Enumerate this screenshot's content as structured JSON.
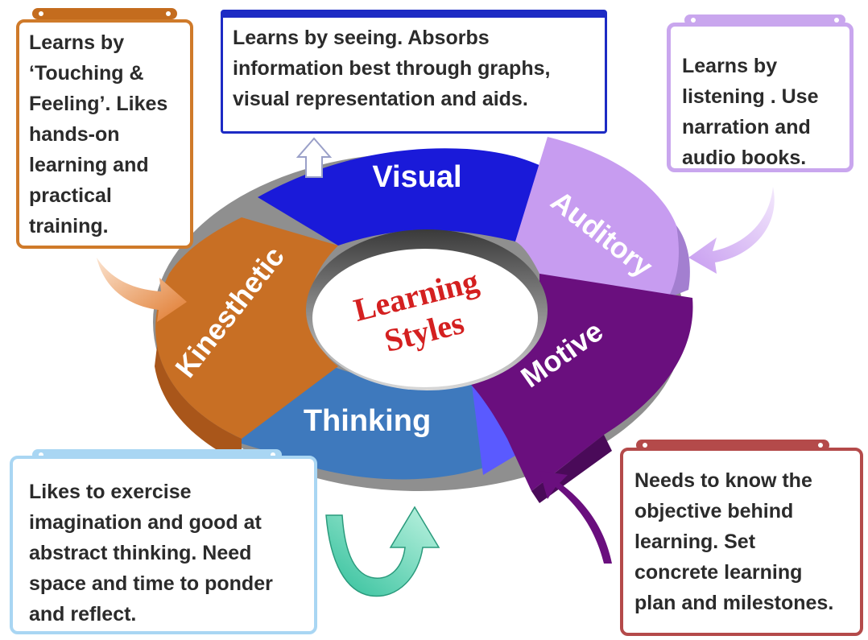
{
  "center": {
    "line1": "Learning",
    "line2": "Styles"
  },
  "segments": {
    "visual": "Visual",
    "auditory": "Auditory",
    "motive": "Motive",
    "thinking": "Thinking",
    "kinesthetic": "Kinesthetic"
  },
  "notes": {
    "kinesthetic": "Learns by\n‘Touching &\nFeeling’. Likes\nhands-on\nlearning and\npractical\ntraining.",
    "visual": "Learns by seeing. Absorbs\ninformation best through graphs,\nvisual representation and aids.",
    "auditory": "Learns by\nlistening . Use\nnarration and\naudio books.",
    "thinking": "Likes to exercise\nimagination and good at\nabstract thinking.  Need\nspace and time to ponder\nand reflect.",
    "motive": "Needs to know the\nobjective behind\nlearning. Set\nconcrete learning\nplan and milestones."
  },
  "colors": {
    "visual": "#1a1ad9",
    "auditory": "#c79cf0",
    "motive": "#6a0f7e",
    "thinking": "#3e79bd",
    "kinesthetic": "#c86f24",
    "center_text": "#d42020"
  }
}
